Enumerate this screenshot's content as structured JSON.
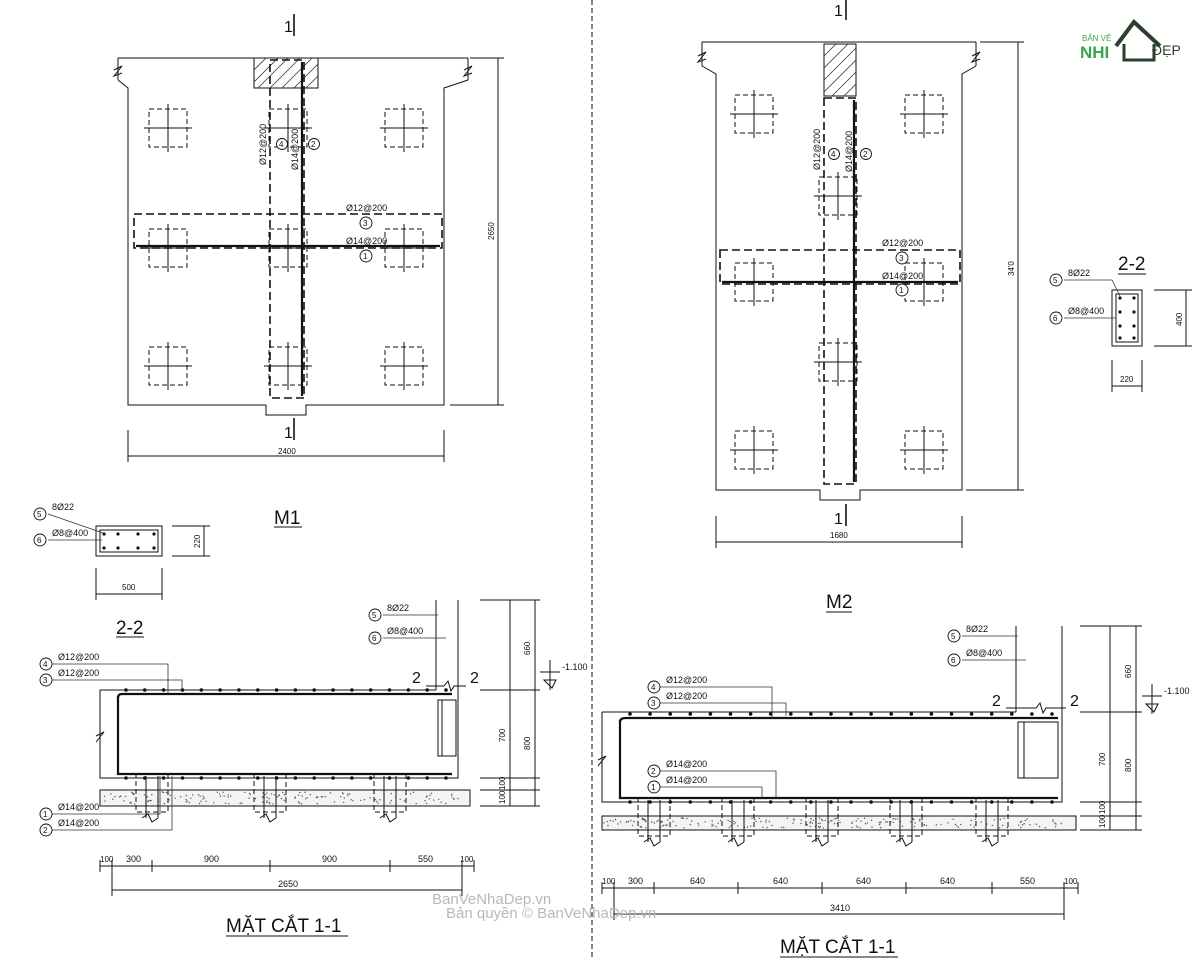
{
  "logo": {
    "line1": "BẢN VẼ",
    "nhi": "NHI",
    "dep": "ĐẸP",
    "color_green": "#3aa54a",
    "color_dark": "#2c3f2c"
  },
  "watermark": {
    "brand": "BanVeNhaDep.vn",
    "copyright": "Bản quyền © BanVeNhaDep.vn"
  },
  "m1": {
    "section_mark": "1",
    "title": "M1",
    "dim_width": "2400",
    "dim_height": "2650",
    "rebar": {
      "v_top": "Ø12@200",
      "v_bot": "Ø14@200",
      "v_n_top": "4",
      "v_n_bot": "2",
      "h_top": "Ø12@200",
      "h_n_top": "3",
      "h_bot": "Ø14@200",
      "h_n_bot": "1"
    },
    "s22": {
      "title": "2-2",
      "bar_main": "8Ø22",
      "bar_main_n": "5",
      "stirrup": "Ø8@400",
      "stirrup_n": "6",
      "dim_w": "500",
      "dim_h": "220"
    },
    "s11": {
      "title": "MẶT CẮT 1-1",
      "elevation": "-1.100",
      "mark2": "2",
      "bar5": "8Ø22",
      "bar5_n": "5",
      "bar6": "Ø8@400",
      "bar6_n": "6",
      "top_bars": [
        {
          "n": "4",
          "label": "Ø12@200"
        },
        {
          "n": "3",
          "label": "Ø12@200"
        }
      ],
      "bot_bars": [
        {
          "n": "1",
          "label": "Ø14@200"
        },
        {
          "n": "2",
          "label": "Ø14@200"
        }
      ],
      "dims_right": [
        "660",
        "700",
        "800",
        "100",
        "100"
      ],
      "dims_bottom": [
        "100",
        "300",
        "900",
        "900",
        "550",
        "100"
      ],
      "dim_total": "2650"
    }
  },
  "m2": {
    "section_mark": "1",
    "title": "M2",
    "dim_width": "1680",
    "dim_height": "34'0",
    "rebar": {
      "v_top": "Ø12@200",
      "v_bot": "Ø14@200",
      "v_n_top": "4",
      "v_n_bot": "2",
      "h_top": "Ø12@200",
      "h_n_top": "3",
      "h_bot": "Ø14@200",
      "h_n_bot": "1"
    },
    "s22": {
      "title": "2-2",
      "bar_main": "8Ø22",
      "bar_main_n": "5",
      "stirrup": "Ø8@400",
      "stirrup_n": "6",
      "dim_w": "220",
      "dim_h": "400"
    },
    "s11": {
      "title": "MẶT CẮT 1-1",
      "elevation": "-1.100",
      "mark2": "2",
      "bar5": "8Ø22",
      "bar5_n": "5",
      "bar6": "Ø8@400",
      "bar6_n": "6",
      "top_bars": [
        {
          "n": "4",
          "label": "Ø12@200"
        },
        {
          "n": "3",
          "label": "Ø12@200"
        }
      ],
      "bot_bars": [
        {
          "n": "2",
          "label": "Ø14@200"
        },
        {
          "n": "1",
          "label": "Ø14@200"
        }
      ],
      "dims_right": [
        "660",
        "700",
        "800",
        "100",
        "100"
      ],
      "dims_bottom": [
        "100",
        "300",
        "640",
        "640",
        "640",
        "640",
        "550",
        "100"
      ],
      "dim_total": "3410"
    }
  }
}
